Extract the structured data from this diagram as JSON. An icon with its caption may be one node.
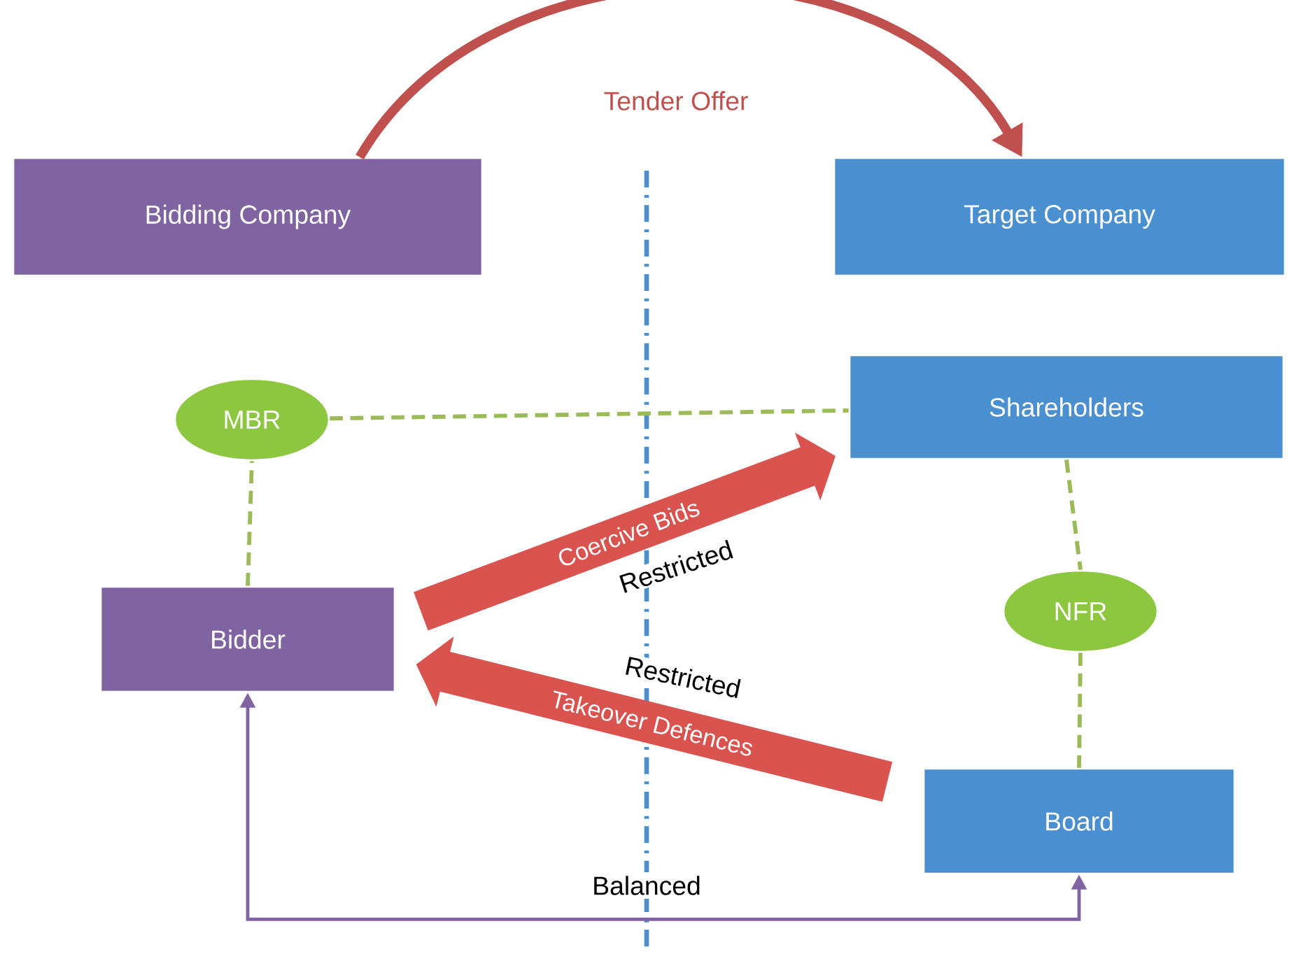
{
  "diagram": {
    "nodes": [
      {
        "text": [
          "Bidding Company"
        ]
      },
      {
        "text": [
          "Target Company"
        ]
      },
      {
        "text": [
          "MBR"
        ]
      },
      {
        "text": [
          "Shareholders"
        ]
      },
      {
        "text": [
          "Bidder"
        ]
      },
      {
        "text": [
          "NFR"
        ]
      },
      {
        "text": [
          "Board"
        ]
      }
    ],
    "edges": [
      {
        "from": 0,
        "to": 1,
        "arrow": "to",
        "label": "Tender Offer",
        "style": "thick",
        "color": "#c0504d"
      },
      {
        "from": 4,
        "to": 2,
        "arrow": "none",
        "style": "dashed",
        "color": "#9bbb59"
      },
      {
        "from": 2,
        "to": 3,
        "arrow": "none",
        "style": "dashed",
        "color": "#9bbb59"
      },
      {
        "from": 3,
        "to": 5,
        "arrow": "none",
        "style": "dashed",
        "color": "#9bbb59"
      },
      {
        "from": 5,
        "to": 6,
        "arrow": "none",
        "style": "dashed",
        "color": "#9bbb59"
      },
      {
        "from": 4,
        "to": 3,
        "arrow": "to",
        "label": "Coercive Bids",
        "style": "thick",
        "color": "#d9534f"
      },
      {
        "from": 6,
        "to": 4,
        "arrow": "to",
        "label": "Takeover Defences",
        "style": "thick",
        "color": "#d9534f"
      },
      {
        "from": 4,
        "to": 6,
        "arrow": "both",
        "label": "Balanced",
        "color": "#8064a2"
      }
    ],
    "labels": [
      "Restricted",
      "Restricted"
    ]
  }
}
